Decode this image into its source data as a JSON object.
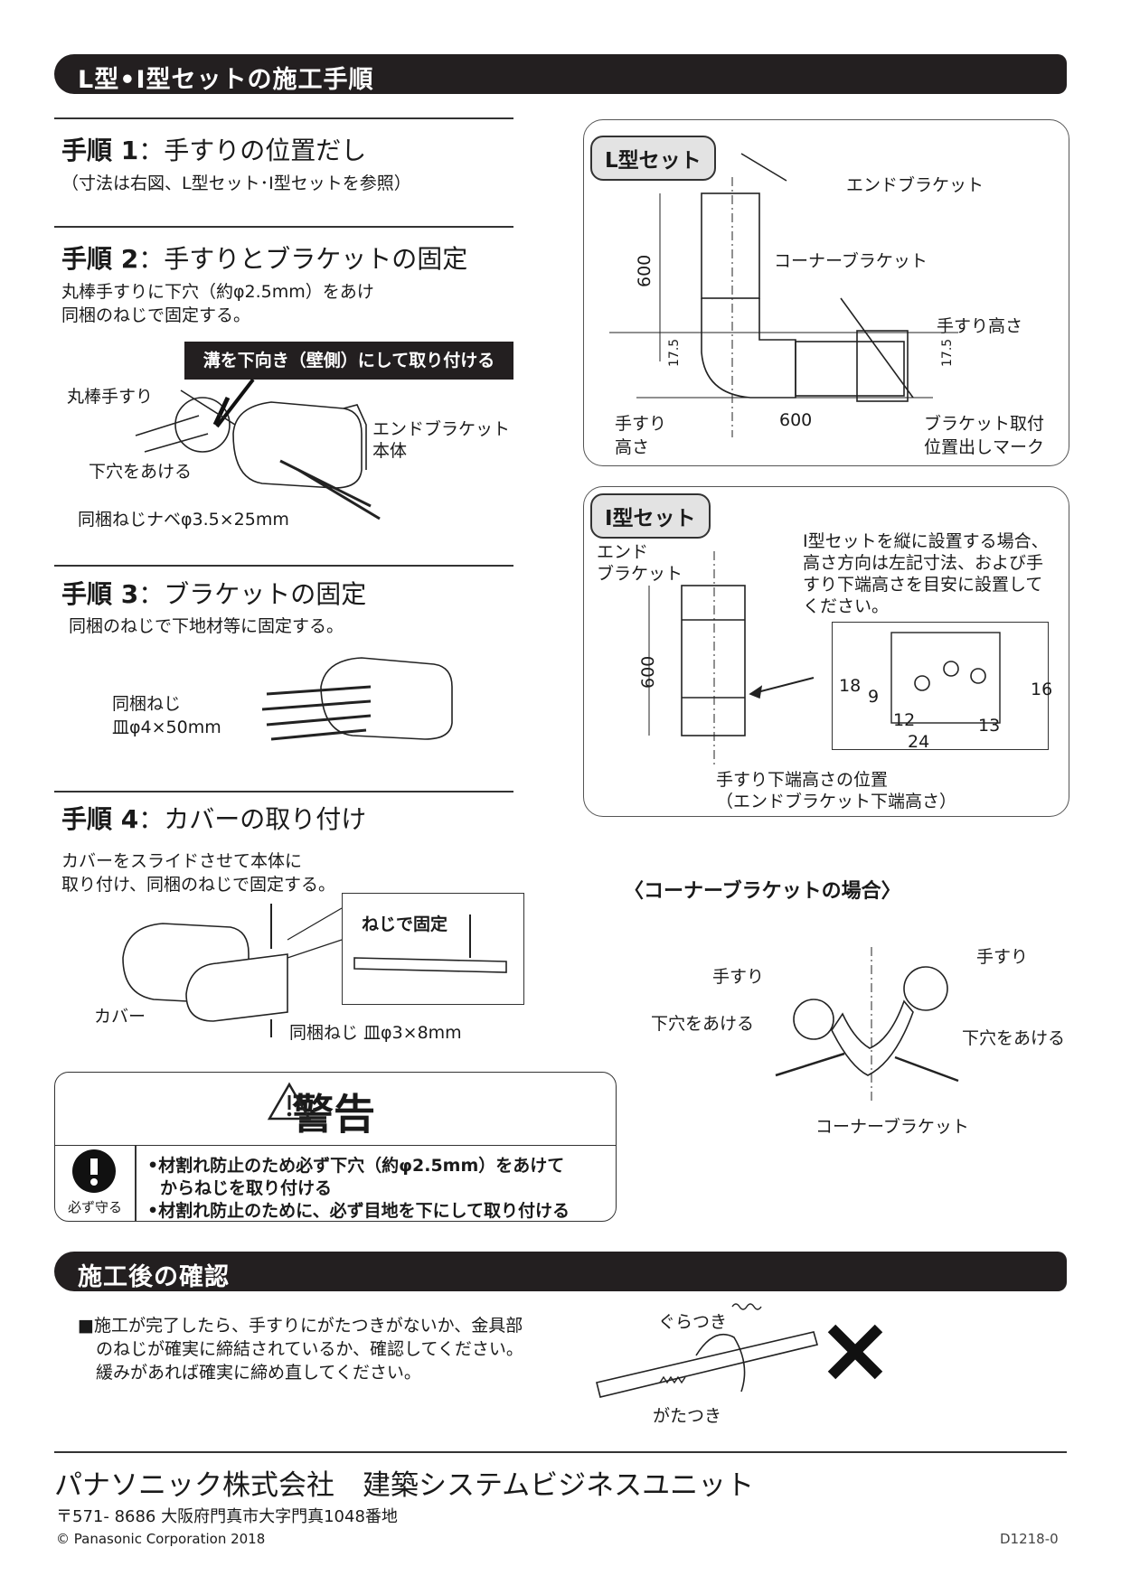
{
  "section1": {
    "title": "L型•I型セットの施工手順"
  },
  "step1": {
    "label": "手順 1",
    "title": "：手すりの位置だし",
    "note": "（寸法は右図、L型セット･I型セットを参照）"
  },
  "step2": {
    "label": "手順 2",
    "title": "：手すりとブラケットの固定",
    "desc1": "丸棒手すりに下穴（約φ2.5mm）をあけ",
    "desc2": "同梱のねじで固定する。",
    "banner": "溝を下向き（壁側）にして取り付ける",
    "lbl_rod": "丸棒手すり",
    "lbl_hole": "下穴をあける",
    "lbl_end1": "エンドブラケット",
    "lbl_end2": "本体",
    "lbl_screw": "同梱ねじナベφ3.5×25mm"
  },
  "step3": {
    "label": "手順 3",
    "title": "：ブラケットの固定",
    "desc": "同梱のねじで下地材等に固定する。",
    "lbl_screw1": "同梱ねじ",
    "lbl_screw2": "皿φ4×50mm"
  },
  "step4": {
    "label": "手順 4",
    "title": "：カバーの取り付け",
    "desc1": "カバーをスライドさせて本体に",
    "desc2": "取り付け、同梱のねじで固定する。",
    "inset": "ねじで固定",
    "lbl_cover": "カバー",
    "lbl_screw": "同梱ねじ 皿φ3×8mm"
  },
  "warning": {
    "title": "警告",
    "must": "必ず守る",
    "line1": "•材割れ防止のため必ず下穴（約φ2.5mm）をあけて",
    "line2": "からねじを取り付ける",
    "line3": "•材割れ防止のために、必ず目地を下にして取り付ける"
  },
  "lset": {
    "tag": "L型セット",
    "end_bracket": "エンドブラケット",
    "corner_bracket": "コーナーブラケット",
    "height_r": "手すり高さ",
    "height_l1": "手すり",
    "height_l2": "高さ",
    "dim_v": "600",
    "dim_h": "600",
    "dim_175a": "17.5",
    "dim_175b": "17.5",
    "mark1": "ブラケット取付",
    "mark2": "位置出しマーク"
  },
  "iset": {
    "tag": "I型セット",
    "end1": "エンド",
    "end2": "ブラケット",
    "note1": "I型セットを縦に設置する場合、",
    "note2": "高さ方向は左記寸法、および手",
    "note3": "すり下端高さを目安に設置して",
    "note4": "ください。",
    "dim_v": "600",
    "d18": "18",
    "d9": "9",
    "d12": "12",
    "d24": "24",
    "d13": "13",
    "d16": "16",
    "bottom1": "手すり下端高さの位置",
    "bottom2": "（エンドブラケット下端高さ）"
  },
  "corner": {
    "title": "〈コーナーブラケットの場合〉",
    "rail_l": "手すり",
    "rail_r": "手すり",
    "hole_l": "下穴をあける",
    "hole_r": "下穴をあける",
    "bracket": "コーナーブラケット"
  },
  "section2": {
    "title": "施工後の確認"
  },
  "check": {
    "line1": "■施工が完了したら、手すりにがたつきがないか、金具部",
    "line2": "のねじが確実に締結されているか、確認してください。",
    "line3": "緩みがあれば確実に締め直してください。",
    "wobble": "ぐらつき",
    "rattle": "がたつき"
  },
  "footer": {
    "company": "パナソニック株式会社　建築システムビジネスユニット",
    "address": "〒571- 8686 大阪府門真市大字門真1048番地",
    "copyright": "© Panasonic Corporation 2018",
    "code": "D1218-0"
  }
}
